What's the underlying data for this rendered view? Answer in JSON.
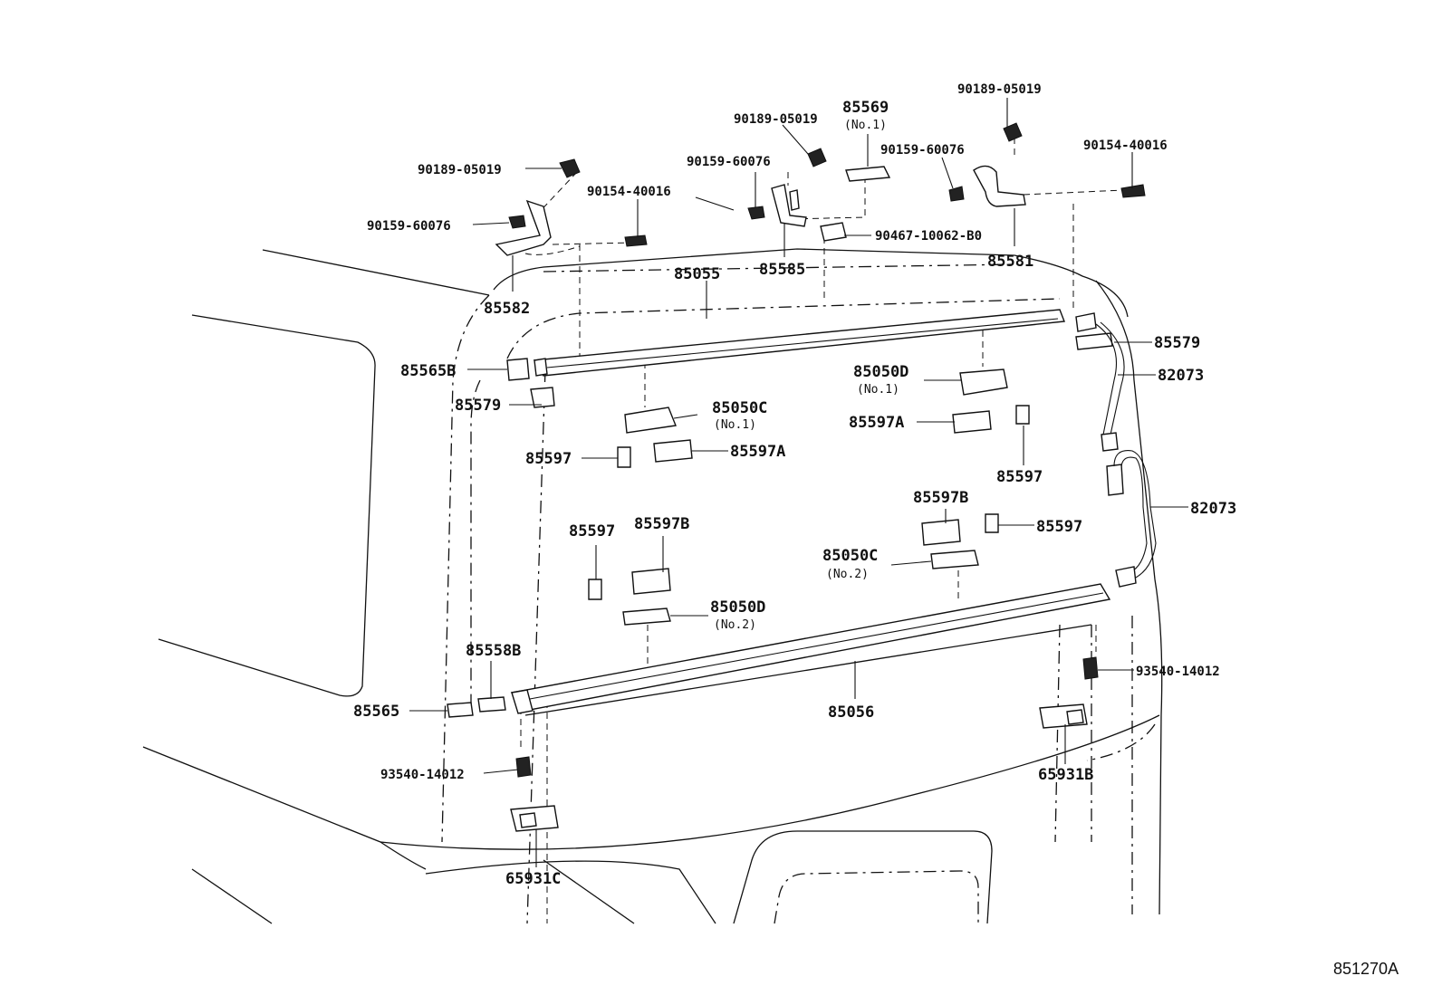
{
  "figure_code": "851270A",
  "labels": {
    "p90189_05019_a": "90189-05019",
    "p90159_60076_a": "90159-60076",
    "p85582": "85582",
    "p90154_40016_a": "90154-40016",
    "p90189_05019_b": "90189-05019",
    "p90159_60076_b": "90159-60076",
    "p85569": "85569",
    "p85569_sub": "(No.1)",
    "p85585": "85585",
    "p90467_10062_b0": "90467-10062-B0",
    "p90189_05019_c": "90189-05019",
    "p90159_60076_c": "90159-60076",
    "p90154_40016_b": "90154-40016",
    "p85581": "85581",
    "p85055": "85055",
    "p85565b": "85565B",
    "p85579_left": "85579",
    "p85579_right": "85579",
    "p82073_a": "82073",
    "p82073_b": "82073",
    "p85050c_1": "85050C",
    "p85050c_1_sub": "(No.1)",
    "p85050d_1": "85050D",
    "p85050d_1_sub": "(No.1)",
    "p85597a_left": "85597A",
    "p85597a_right": "85597A",
    "p85597_a": "85597",
    "p85597_b": "85597",
    "p85597_c": "85597",
    "p85597_d": "85597",
    "p85597b_left": "85597B",
    "p85597b_right": "85597B",
    "p85050c_2": "85050C",
    "p85050c_2_sub": "(No.2)",
    "p85050d_2": "85050D",
    "p85050d_2_sub": "(No.2)",
    "p85558b": "85558B",
    "p85565": "85565",
    "p85056": "85056",
    "p93540_14012_a": "93540-14012",
    "p93540_14012_b": "93540-14012",
    "p65931b": "65931B",
    "p65931c": "65931C"
  }
}
